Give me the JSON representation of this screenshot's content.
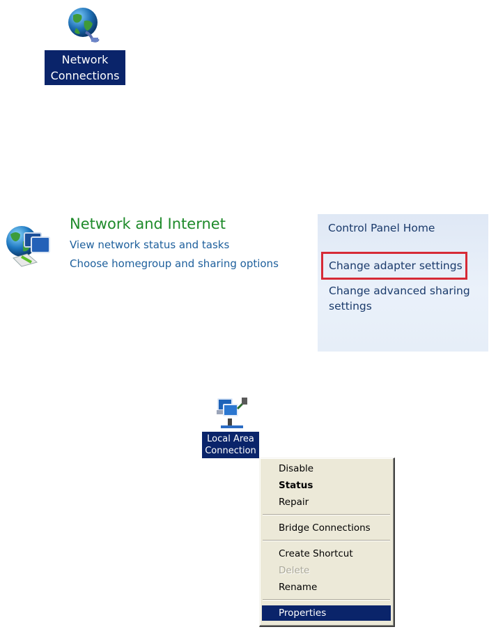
{
  "desktop_icon": {
    "label_line1": "Network",
    "label_line2": "Connections",
    "icon": "network-globe-icon"
  },
  "network_and_internet": {
    "title": "Network and Internet",
    "links": [
      "View network status and tasks",
      "Choose homegroup and sharing options"
    ],
    "icon": "network-globe-computers-icon"
  },
  "tasks_pane": {
    "items": [
      "Control Panel Home",
      "Change adapter settings",
      "Change advanced sharing settings"
    ],
    "highlighted_item": "Change adapter settings",
    "highlight_color": "#d62a36"
  },
  "connection_icon": {
    "label_line1": "Local Area",
    "label_line2": "Connection",
    "icon": "local-area-connection-icon"
  },
  "context_menu": {
    "items": [
      {
        "label": "Disable"
      },
      {
        "label": "Status",
        "bold": true
      },
      {
        "label": "Repair"
      },
      {
        "label": "Bridge Connections"
      },
      {
        "label": "Create Shortcut"
      },
      {
        "label": "Delete",
        "disabled": true
      },
      {
        "label": "Rename"
      },
      {
        "label": "Properties",
        "selected": true
      }
    ]
  },
  "colors": {
    "selection": "#0a246a",
    "link": "#1d5f9c",
    "category_title": "#1e8a2a",
    "menu_bg": "#ece9d8"
  }
}
